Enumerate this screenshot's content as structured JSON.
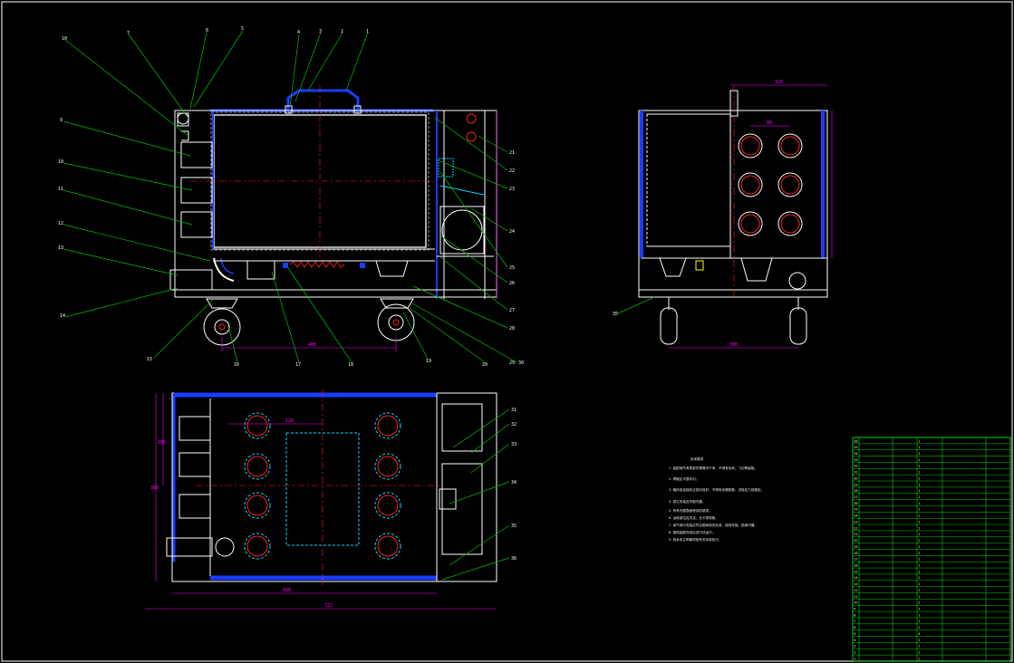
{
  "drawing": {
    "title": "",
    "colors": {
      "background": "#000000",
      "outline": "#ffffff",
      "wall": "#1a3cff",
      "centerline": "#ff2020",
      "dimension": "#ff00ff",
      "leader": "#00c000",
      "hidden": "#00d8ff",
      "table": "#00ff00",
      "note": "#e8e8e8"
    },
    "front_view": {
      "balloons_top": [
        "10",
        "7",
        "6",
        "5",
        "4",
        "3",
        "2",
        "1"
      ],
      "balloons_left": [
        "9",
        "10",
        "11",
        "12",
        "13",
        "14"
      ],
      "balloons_bottom": [
        "15",
        "16",
        "17",
        "18",
        "19",
        "20"
      ],
      "balloons_right": [
        "21",
        "22",
        "23",
        "24",
        "25",
        "26",
        "27",
        "28",
        "29",
        "30"
      ],
      "dim_bottom": "400"
    },
    "side_view": {
      "balloon": "35",
      "dim_top": "320",
      "dim_bottom": "300",
      "dim_hole_pitch": "80"
    },
    "plan_view": {
      "balloons_right": [
        "31",
        "32",
        "33",
        "34",
        "35",
        "36"
      ],
      "dim_inner": "600",
      "dim_overall": "722",
      "dim_height": "360",
      "dim_sub_1": "160",
      "dim_sub_2": "120"
    },
    "notes": {
      "heading": "技术要求",
      "items": [
        "1. 装配前所有零部件需清洗干净，不得有毛刺、飞边等缺陷。",
        "2. 焊缝应平整均匀。",
        "3. 箱体各连接处应密封良好，不得有渗漏现象，试验压力按规定。",
        "4. 滤芯安装应牢固可靠。",
        "5. 所有外露表面喷涂防锈漆。",
        "6. 运转部位应灵活，无卡滞现象。",
        "7. 电气部分安装应符合国家相关标准，接线牢固，绝缘可靠。",
        "8. 整机装配完成后进行试运行。",
        "9. 其余未注明事项按有关标准执行。"
      ]
    },
    "parts_table": {
      "rows": [
        [
          "36",
          "",
          "",
          "1",
          ""
        ],
        [
          "35",
          "",
          "",
          "1",
          ""
        ],
        [
          "34",
          "",
          "",
          "1",
          ""
        ],
        [
          "33",
          "",
          "",
          "1",
          ""
        ],
        [
          "32",
          "",
          "",
          "1",
          ""
        ],
        [
          "31",
          "",
          "",
          "1",
          ""
        ],
        [
          "30",
          "",
          "",
          "2",
          ""
        ],
        [
          "29",
          "",
          "",
          "1",
          ""
        ],
        [
          "28",
          "",
          "",
          "1",
          ""
        ],
        [
          "27",
          "",
          "",
          "1",
          ""
        ],
        [
          "26",
          "",
          "",
          "1",
          ""
        ],
        [
          "25",
          "",
          "",
          "1",
          ""
        ],
        [
          "24",
          "",
          "",
          "1",
          ""
        ],
        [
          "23",
          "",
          "",
          "1",
          ""
        ],
        [
          "22",
          "",
          "",
          "1",
          ""
        ],
        [
          "21",
          "",
          "",
          "1",
          ""
        ],
        [
          "20",
          "",
          "",
          "2",
          ""
        ],
        [
          "19",
          "",
          "",
          "1",
          ""
        ],
        [
          "18",
          "",
          "",
          "2",
          ""
        ],
        [
          "17",
          "",
          "",
          "1",
          ""
        ],
        [
          "16",
          "",
          "",
          "1",
          ""
        ],
        [
          "15",
          "",
          "",
          "1",
          ""
        ],
        [
          "14",
          "",
          "",
          "2",
          ""
        ],
        [
          "13",
          "",
          "",
          "1",
          ""
        ],
        [
          "12",
          "",
          "",
          "1",
          ""
        ],
        [
          "11",
          "",
          "",
          "1",
          ""
        ],
        [
          "10",
          "",
          "",
          "2",
          ""
        ],
        [
          "9",
          "",
          "",
          "1",
          ""
        ],
        [
          "8",
          "",
          "",
          "1",
          ""
        ],
        [
          "7",
          "",
          "",
          "1",
          ""
        ],
        [
          "6",
          "",
          "",
          "1",
          ""
        ],
        [
          "5",
          "",
          "",
          "4",
          ""
        ],
        [
          "4",
          "",
          "",
          "2",
          ""
        ],
        [
          "3",
          "",
          "",
          "1",
          ""
        ],
        [
          "2",
          "",
          "",
          "1",
          ""
        ],
        [
          "1",
          "",
          "",
          "1",
          ""
        ]
      ]
    }
  }
}
